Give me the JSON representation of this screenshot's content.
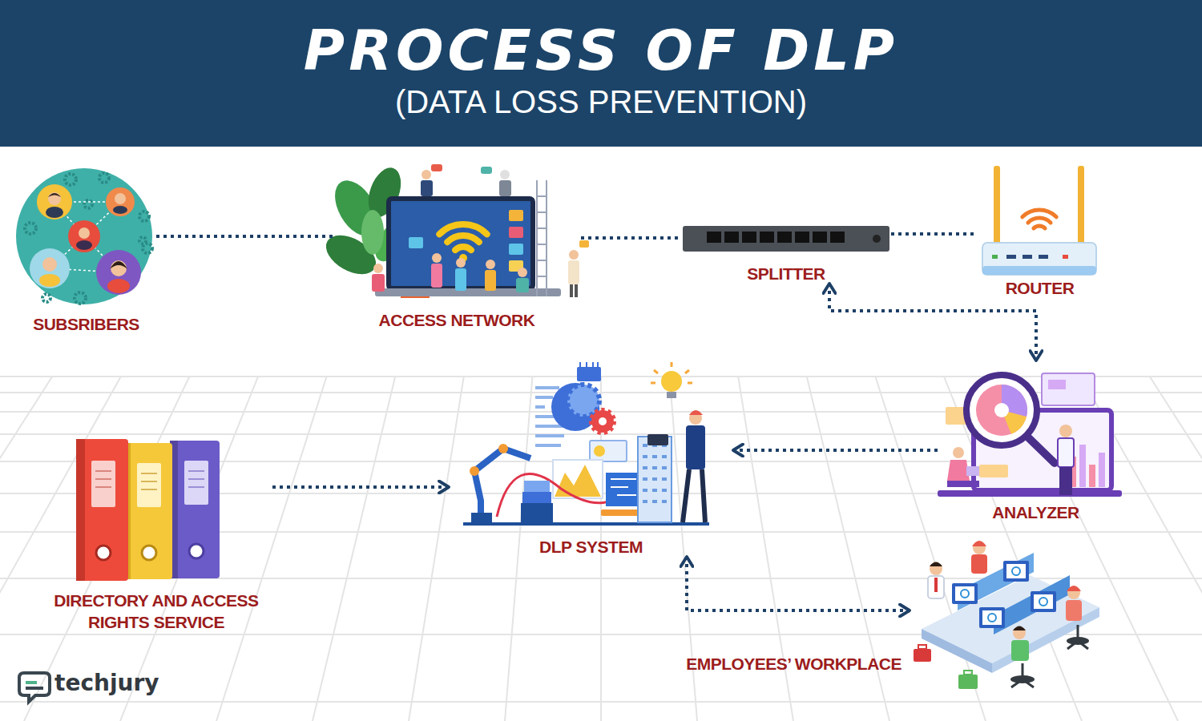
{
  "diagram": {
    "title": "PROCESS OF DLP",
    "nodes": [
      {
        "text": [
          "SUBSRIBERS"
        ]
      },
      {
        "text": [
          "ACCESS NETWORK"
        ]
      },
      {
        "text": [
          "SPLITTER"
        ]
      },
      {
        "text": [
          "ROUTER"
        ]
      },
      {
        "text": [
          "DIRECTORY AND ACCESS RIGHTS SERVICE"
        ]
      },
      {
        "text": [
          "DLP SYSTEM"
        ]
      },
      {
        "text": [
          "ANALYZER"
        ]
      },
      {
        "text": [
          "EMPLOYEES’ WORKPLACE"
        ]
      }
    ],
    "edges": [
      {
        "from": 0,
        "to": 1,
        "arrow": "none"
      },
      {
        "from": 1,
        "to": 2,
        "arrow": "none"
      },
      {
        "from": 2,
        "to": 3,
        "arrow": "none"
      },
      {
        "from": 2,
        "to": 6,
        "arrow": "both"
      },
      {
        "from": 6,
        "to": 5,
        "arrow": "to"
      },
      {
        "from": 4,
        "to": 5,
        "arrow": "to"
      },
      {
        "from": 5,
        "to": 7,
        "arrow": "both"
      }
    ],
    "labels": [
      "(DATA LOSS PREVENTION)",
      "techjury"
    ]
  }
}
